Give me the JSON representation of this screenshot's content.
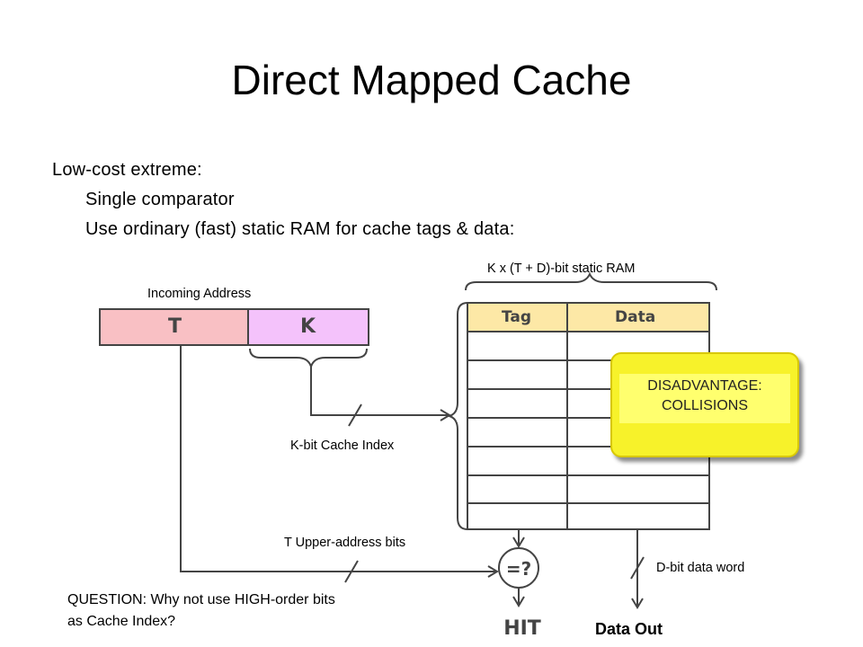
{
  "title": "Direct Mapped Cache",
  "bullets": {
    "main": "Low-cost extreme:",
    "sub1": "Single comparator",
    "sub2": "Use ordinary (fast) static RAM for cache tags & data:"
  },
  "diagram": {
    "ram_label": "K x (T + D)-bit static RAM",
    "incoming_address_label": "Incoming Address",
    "address_fields": {
      "tag": "T",
      "index": "K"
    },
    "table_headers": {
      "tag": "Tag",
      "data": "Data"
    },
    "cache_index_label": "K-bit Cache Index",
    "upper_bits_label": "T Upper-address bits",
    "comparator_label": "=?",
    "hit_label": "HIT",
    "data_word_label": "D-bit data word",
    "data_out_label": "Data Out",
    "question": [
      "QUESTION: Why not use HIGH-order bits",
      "as Cache Index?"
    ]
  },
  "callout": {
    "line1": "DISADVANTAGE:",
    "line2": "COLLISIONS"
  },
  "colors": {
    "tag_field": "#f9c0c4",
    "index_field": "#f4c2fb",
    "callout_fill": "#f7f22a",
    "table_header_fill": "#fde8a6"
  }
}
